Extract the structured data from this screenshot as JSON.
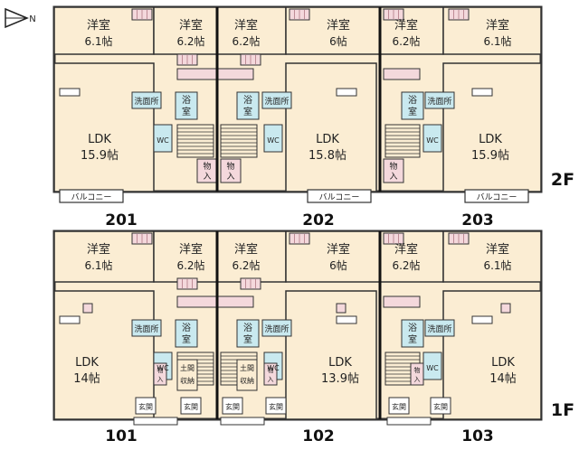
{
  "compass": {
    "label": "N"
  },
  "floors": {
    "upper": "2F",
    "lower": "1F"
  },
  "units": {
    "u201": "201",
    "u202": "202",
    "u203": "203",
    "u101": "101",
    "u102": "102",
    "u103": "103"
  },
  "rooms": {
    "f2_r1_a": "洋室",
    "f2_r1_b": "6.1帖",
    "f2_r2_a": "洋室",
    "f2_r2_b": "6.2帖",
    "f2_r3_a": "洋室",
    "f2_r3_b": "6.2帖",
    "f2_r4_a": "洋室",
    "f2_r4_b": "6帖",
    "f2_r5_a": "洋室",
    "f2_r5_b": "6.2帖",
    "f2_r6_a": "洋室",
    "f2_r6_b": "6.1帖",
    "f2_ldk1_a": "LDK",
    "f2_ldk1_b": "15.9帖",
    "f2_ldk2_a": "LDK",
    "f2_ldk2_b": "15.8帖",
    "f2_ldk3_a": "LDK",
    "f2_ldk3_b": "15.9帖",
    "f1_r1_a": "洋室",
    "f1_r1_b": "6.1帖",
    "f1_r2_a": "洋室",
    "f1_r2_b": "6.2帖",
    "f1_r3_a": "洋室",
    "f1_r3_b": "6.2帖",
    "f1_r4_a": "洋室",
    "f1_r4_b": "6帖",
    "f1_r5_a": "洋室",
    "f1_r5_b": "6.2帖",
    "f1_r6_a": "洋室",
    "f1_r6_b": "6.1帖",
    "f1_ldk1_a": "LDK",
    "f1_ldk1_b": "14帖",
    "f1_ldk2_a": "LDK",
    "f1_ldk2_b": "13.9帖",
    "f1_ldk3_a": "LDK",
    "f1_ldk3_b": "14帖"
  },
  "labels": {
    "washroom": "洗面所",
    "bath_a": "浴",
    "bath_b": "室",
    "wc": "WC",
    "storage_a": "物",
    "storage_b": "入",
    "balcony": "バルコニー",
    "entrance": "玄関",
    "doma_a": "土間",
    "doma_b": "収納"
  },
  "colors": {
    "room": "#fbedd3",
    "wet": "#c9e9ef",
    "pink": "#f4d8dc",
    "wall": "#111111",
    "line": "#333333"
  }
}
